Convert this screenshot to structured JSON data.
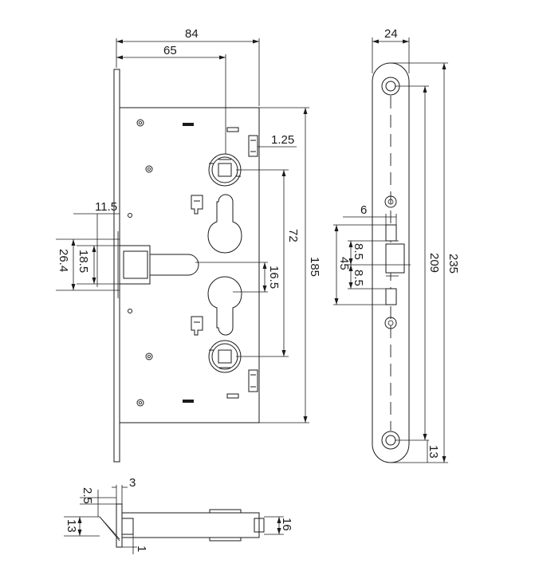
{
  "front_view": {
    "dims": {
      "total_width": "84",
      "backset": "65",
      "cam_offset": "1.25",
      "bolt_projection": "11.5",
      "bolt_height_outer": "26.4",
      "bolt_height_inner": "18.5",
      "cylinder_spacing": "72",
      "bolt_to_cylinder": "16.5",
      "case_height": "185"
    }
  },
  "side_view": {
    "dims": {
      "faceplate_width": "24",
      "latch_depth": "6",
      "latch_span": "45",
      "latch_upper": "8.5",
      "latch_lower": "8.5",
      "screw_spacing": "209",
      "faceplate_length": "235",
      "screw_offset": "13"
    }
  },
  "bottom_view": {
    "dims": {
      "thickness": "3",
      "step": "2.5",
      "offset": "13",
      "height": "16",
      "lip": "1"
    }
  }
}
